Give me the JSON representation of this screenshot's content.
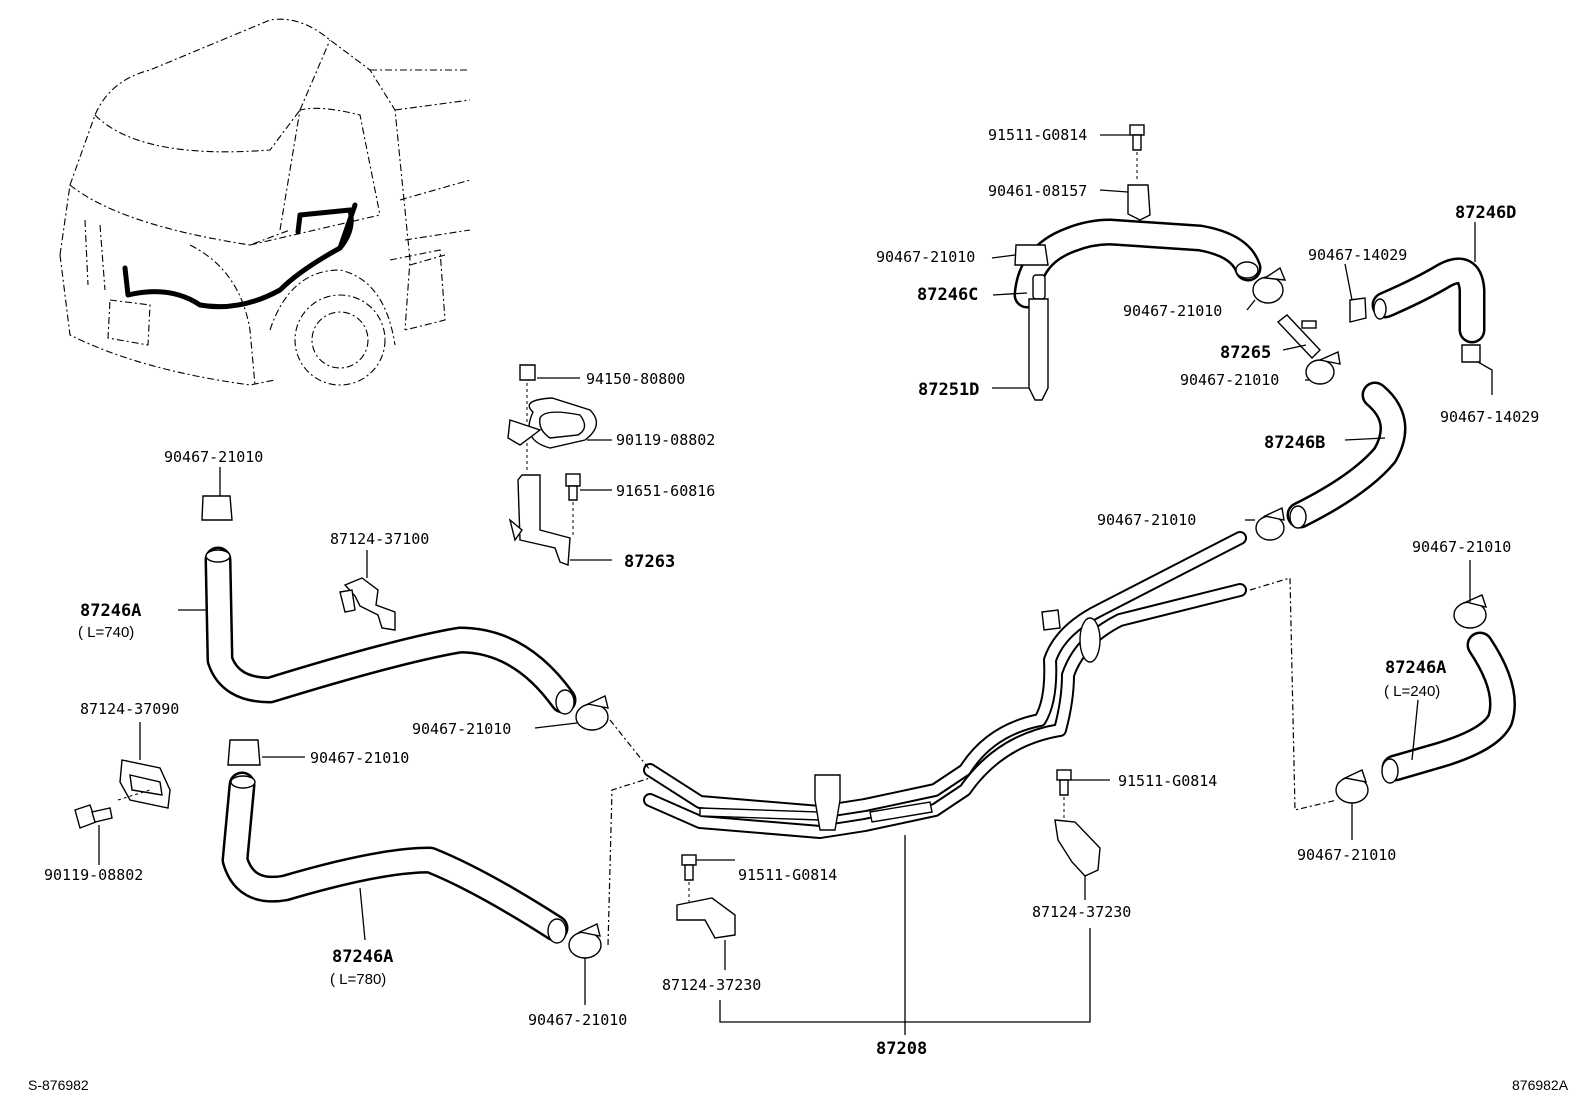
{
  "labels": {
    "p_91511_top": "91511-G0814",
    "p_90461": "90461-08157",
    "p_87246D": "87246D",
    "p_90467_14029_a": "90467-14029",
    "p_87246C": "87246C",
    "p_90467_21010_c1": "90467-21010",
    "p_90467_21010_c2": "90467-21010",
    "p_87265": "87265",
    "p_90467_21010_c3": "90467-21010",
    "p_87251D": "87251D",
    "p_90467_14029_b": "90467-14029",
    "p_94150": "94150-80800",
    "p_90119_a": "90119-08802",
    "p_91651": "91651-60816",
    "p_87263": "87263",
    "p_87246B": "87246B",
    "p_90467_21010_b": "90467-21010",
    "p_90467_21010_r1": "90467-21010",
    "p_90467_21010_l1": "90467-21010",
    "p_87124_37100": "87124-37100",
    "p_87246A_l": "87246A",
    "p_87246A_l_len": "( L=740)",
    "p_87124_37090": "87124-37090",
    "p_90119_b": "90119-08802",
    "p_90467_21010_m1": "90467-21010",
    "p_90467_21010_m2": "90467-21010",
    "p_87246A_r": "87246A",
    "p_87246A_r_len": "( L=240)",
    "p_91511_mid": "91511-G0814",
    "p_91511_low": "91511-G0814",
    "p_90467_21010_r2": "90467-21010",
    "p_87124_37230_r": "87124-37230",
    "p_87124_37230_l": "87124-37230",
    "p_87246A_b": "87246A",
    "p_87246A_b_len": "( L=780)",
    "p_90467_21010_bot": "90467-21010",
    "p_87208": "87208",
    "footer_left": "S-876982",
    "footer_right": "876982A"
  }
}
